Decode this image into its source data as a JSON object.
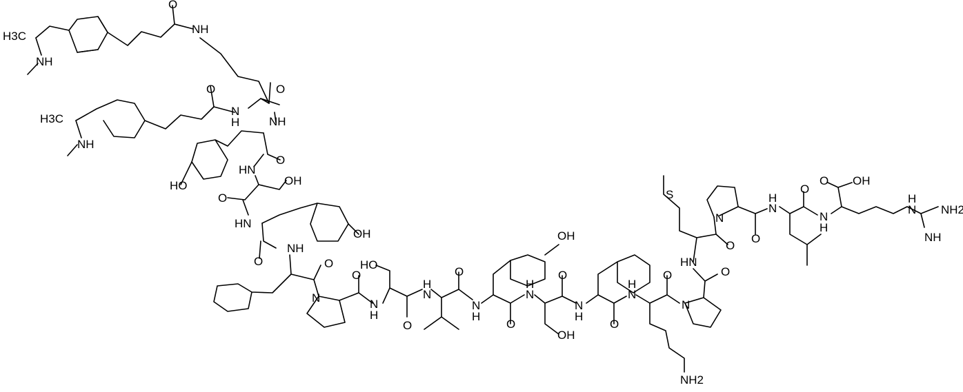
{
  "diagram": {
    "type": "chemical-structure",
    "description": "Peptide with two N-methylamphetamine-butanoyl modifications on the N-terminal lysine",
    "residues": [
      "Lys(mod)",
      "Tyr",
      "Ser",
      "Tyr",
      "Phe",
      "Pro",
      "Ser",
      "Val",
      "Tyr",
      "Ser",
      "Phe",
      "Lys",
      "Pro",
      "Met",
      "Pro",
      "Leu",
      "Arg"
    ],
    "labels": {
      "h3c_1": "H3C",
      "nh_1": "NH",
      "o_1": "O",
      "nh_2": "NH",
      "h3c_2": "H3C",
      "nh_3": "NH",
      "o_2": "O",
      "n_h_1": "N",
      "h_1": "H",
      "o_3": "O",
      "nh_4": "NH",
      "ho_1": "HO",
      "o_4": "O",
      "hn_1": "HN",
      "oh_1": "OH",
      "o_5": "O",
      "hn_2": "HN",
      "oh_2": "OH",
      "o_6": "O",
      "nh_5": "NH",
      "o_7": "O",
      "n_pro1": "N",
      "o_8": "O",
      "n_2": "N",
      "h_2": "H",
      "ho_2": "HO",
      "o_9": "O",
      "h_3": "H",
      "n_3": "N",
      "o_10": "O",
      "n_4": "N",
      "h_4": "H",
      "o_11": "O",
      "oh_3": "OH",
      "h_5": "H",
      "n_5": "N",
      "o_12": "O",
      "oh_4": "OH",
      "o_13": "O",
      "n_6": "N",
      "h_6": "H",
      "o_14": "O",
      "h_7": "H",
      "n_7": "N",
      "o_15": "O",
      "n_pro2": "N",
      "nh2_1": "NH2",
      "s_1": "S",
      "n_pro3": "N",
      "o_16": "O",
      "hn_3": "HN",
      "o_17": "O",
      "o_18": "O",
      "h_8": "H",
      "n_8": "N",
      "o_19": "O",
      "n_9": "N",
      "h_9": "H",
      "o_20": "O",
      "oh_5": "OH",
      "h_10": "H",
      "n_10": "N",
      "nh2_2": "NH2",
      "nh_6": "NH"
    }
  }
}
